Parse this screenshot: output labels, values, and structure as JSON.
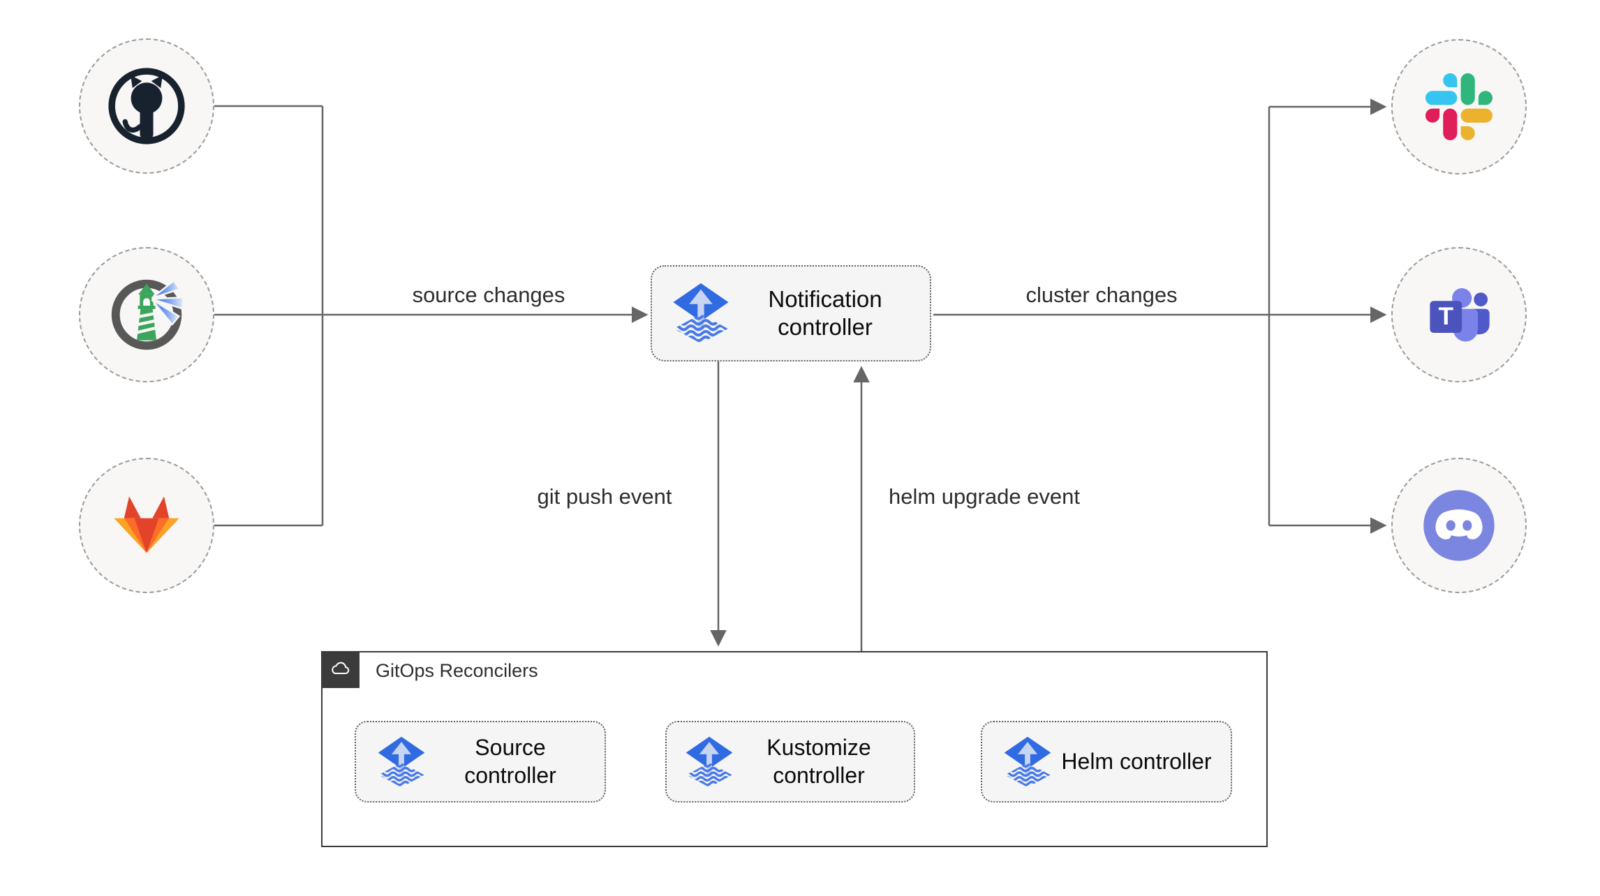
{
  "colors": {
    "line": "#666666",
    "box_fill": "#f5f5f5",
    "box_border": "#5f5f5f",
    "circle_fill": "#f8f7f5",
    "circle_border": "#9a9a9a",
    "container_border": "#3a3a3a",
    "container_header_bg": "#3b3b3b",
    "flux_blue": "#316be2",
    "flux_wave_blue": "#4a7ae8",
    "slack_blue": "#36C5F0",
    "slack_green": "#2EB67D",
    "slack_yellow": "#ECB22E",
    "slack_red": "#E01E5A",
    "gitlab_red": "#e24329",
    "gitlab_orange": "#fc6d26",
    "gitlab_yellow": "#fca326",
    "harbor_green": "#3ba55d",
    "teams_purple": "#4b53bc",
    "discord_blurple": "#7b86e0",
    "github_dark": "#18222f"
  },
  "nodes": {
    "notification": {
      "label": "Notification controller",
      "icon": "flux-icon"
    },
    "container": {
      "label": "GitOps Reconcilers",
      "icon": "cloud-icon"
    },
    "source": {
      "label": "Source controller",
      "icon": "flux-icon"
    },
    "kustomize": {
      "label": "Kustomize controller",
      "icon": "flux-icon"
    },
    "helm": {
      "label": "Helm controller",
      "icon": "flux-icon"
    }
  },
  "edges": {
    "source_changes": "source changes",
    "cluster_changes": "cluster changes",
    "git_push": "git push event",
    "helm_upgrade": "helm upgrade event"
  },
  "icons": {
    "left_sources": [
      "github-icon",
      "harbor-icon",
      "gitlab-icon"
    ],
    "right_targets": [
      "slack-icon",
      "teams-icon",
      "discord-icon"
    ],
    "teams_letter": "T"
  }
}
